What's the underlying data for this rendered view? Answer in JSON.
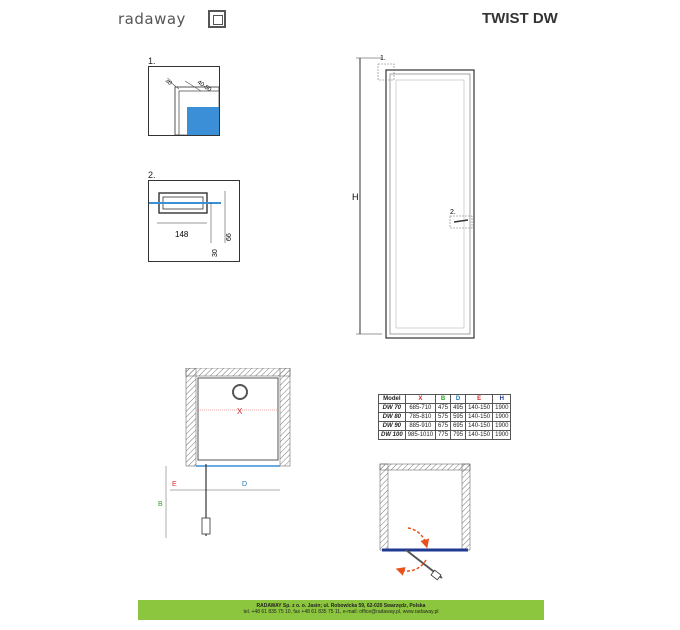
{
  "header": {
    "brand": "radaway",
    "title": "TWIST DW"
  },
  "detail1": {
    "label": "1.",
    "dim_a": "30",
    "dim_b": "40-50"
  },
  "detail2": {
    "label": "2.",
    "width": "148",
    "height_inner": "30",
    "height_outer": "66"
  },
  "front_view": {
    "callout1": "1.",
    "callout2": "2.",
    "height_label": "H"
  },
  "plan_view": {
    "x_label": "X",
    "e_label": "E",
    "d_label": "D",
    "b_label": "B"
  },
  "spec_table": {
    "headers": [
      "Model",
      "X",
      "B",
      "D",
      "E",
      "H"
    ],
    "rows": [
      [
        "DW 70",
        "685-710",
        "475",
        "495",
        "140-150",
        "1900"
      ],
      [
        "DW 80",
        "785-810",
        "575",
        "595",
        "140-150",
        "1900"
      ],
      [
        "DW 90",
        "885-910",
        "675",
        "695",
        "140-150",
        "1900"
      ],
      [
        "DW 100",
        "985-1010",
        "775",
        "795",
        "140-150",
        "1900"
      ]
    ],
    "header_colors": {
      "X": "#d62728",
      "B": "#2ca02c",
      "D": "#1f77b4",
      "E": "#d62728",
      "H": "#1f3a93"
    }
  },
  "footer": {
    "line1": "RADAWAY Sp. z o. o. Jasin; ul. Robowicka 59, 62-020 Swarzędz, Polska",
    "line2": "tel. +48 61 835 75 10, fax +48 61 835 75 11, e-mail: office@radaway.pl, www.radaway.pl",
    "color": "#8cc63f"
  }
}
